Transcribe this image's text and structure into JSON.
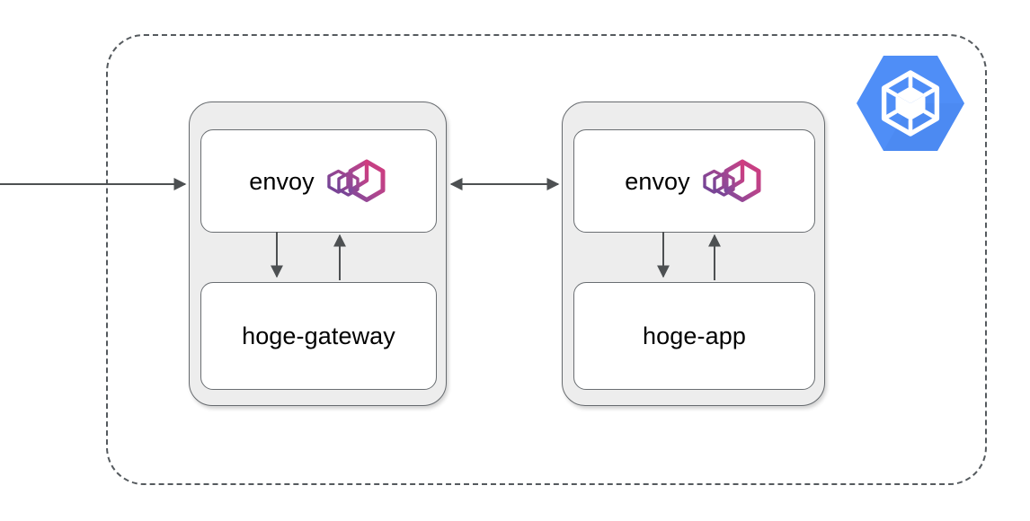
{
  "diagram": {
    "type": "architecture-diagram",
    "title": "",
    "cluster": {
      "name": "gke-cluster-boundary",
      "border_style": "dashed",
      "border_color": "#555a5e",
      "label": ""
    },
    "platform_icon": {
      "name": "google-kubernetes-engine-icon",
      "label": "",
      "color": "#4285f4",
      "color_light": "#5c9bfa",
      "glyph_color": "#ffffff"
    },
    "pods": [
      {
        "id": "pod-gateway",
        "containers": [
          {
            "id": "envoy-gateway",
            "label": "envoy",
            "has_logo": true,
            "logo_name": "envoy-proxy-logo",
            "logo_color_start": "#8e4fa0",
            "logo_color_end": "#cf3d7f"
          },
          {
            "id": "hoge-gateway",
            "label": "hoge-gateway",
            "has_logo": false
          }
        ]
      },
      {
        "id": "pod-app",
        "containers": [
          {
            "id": "envoy-app",
            "label": "envoy",
            "has_logo": true,
            "logo_name": "envoy-proxy-logo",
            "logo_color_start": "#8e4fa0",
            "logo_color_end": "#cf3d7f"
          },
          {
            "id": "hoge-app",
            "label": "hoge-app",
            "has_logo": false
          }
        ]
      }
    ],
    "connections": [
      {
        "id": "ingress",
        "from": "external",
        "to": "envoy-gateway",
        "direction": "one-way",
        "label": ""
      },
      {
        "id": "envoy-to-envoy",
        "from": "envoy-gateway",
        "to": "envoy-app",
        "direction": "bidirectional",
        "label": ""
      },
      {
        "id": "gw-envoy-down",
        "from": "envoy-gateway",
        "to": "hoge-gateway",
        "direction": "one-way",
        "label": ""
      },
      {
        "id": "gw-envoy-up",
        "from": "hoge-gateway",
        "to": "envoy-gateway",
        "direction": "one-way",
        "label": ""
      },
      {
        "id": "app-envoy-down",
        "from": "envoy-app",
        "to": "hoge-app",
        "direction": "one-way",
        "label": ""
      },
      {
        "id": "app-envoy-up",
        "from": "hoge-app",
        "to": "envoy-app",
        "direction": "one-way",
        "label": ""
      }
    ],
    "colors": {
      "arrow": "#4d5052",
      "pod_fill": "#ededed",
      "pod_border": "#666a6e",
      "container_fill": "#ffffff",
      "container_border": "#6a6e72",
      "text": "#000000"
    }
  }
}
